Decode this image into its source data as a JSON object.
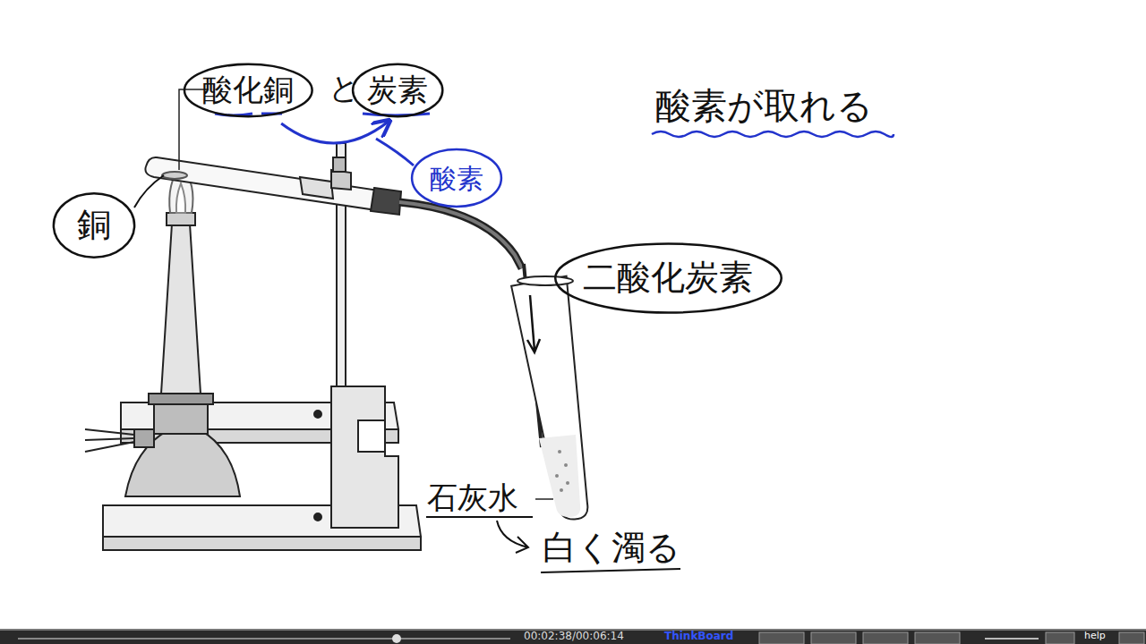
{
  "diagram": {
    "nodes": [
      {
        "text": [
          "酸化銅"
        ]
      },
      {
        "text": [
          "炭素"
        ]
      },
      {
        "text": [
          "銅"
        ]
      },
      {
        "text": [
          "酸素"
        ]
      },
      {
        "text": [
          "二酸化炭素"
        ]
      }
    ],
    "edges": [
      {
        "from": 0,
        "to": 1,
        "arrow": "to"
      }
    ],
    "labels": [
      "と",
      "酸素が取れる",
      "石灰水",
      "白く濁る",
      "00:02:38/00:06:14",
      "ThinkBoard",
      "help"
    ]
  }
}
